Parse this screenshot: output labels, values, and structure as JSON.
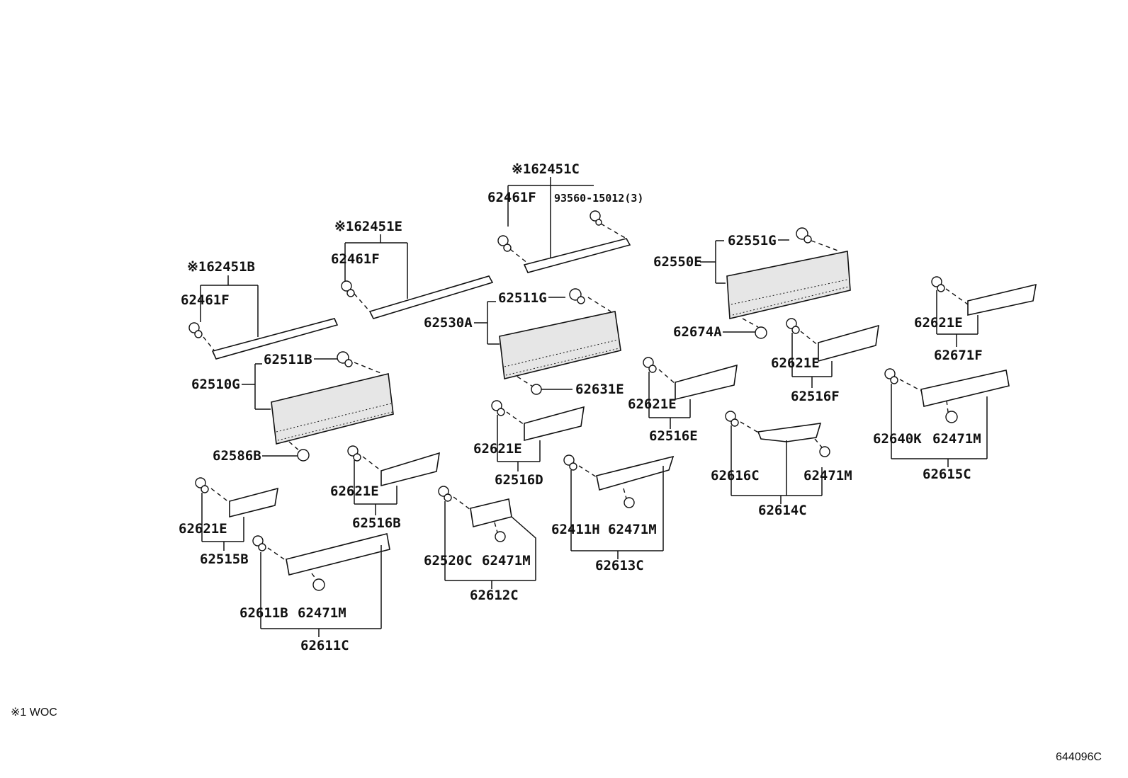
{
  "labels": {
    "l_62451C": "※162451C",
    "l_62461F_a": "62461F",
    "l_93560": "93560-15012(3)",
    "l_62451E": "※162451E",
    "l_62461F_b": "62461F",
    "l_62451B": "※162451B",
    "l_62461F_c": "62461F",
    "l_62551G": "62551G",
    "l_62550E": "62550E",
    "l_62511G": "62511G",
    "l_62530A": "62530A",
    "l_62674A": "62674A",
    "l_62621E_a": "62621E",
    "l_62671F": "62671F",
    "l_62511B": "62511B",
    "l_62510G": "62510G",
    "l_62621E_b": "62621E",
    "l_62516F": "62516F",
    "l_62631E": "62631E",
    "l_62621E_c": "62621E",
    "l_62516E": "62516E",
    "l_62640K": "62640K",
    "l_62471M_a": "62471M",
    "l_62615C": "62615C",
    "l_62586B": "62586B",
    "l_62621E_d": "62621E",
    "l_62516D": "62516D",
    "l_62616C": "62616C",
    "l_62471M_b": "62471M",
    "l_62614C": "62614C",
    "l_62621E_e": "62621E",
    "l_62516B": "62516B",
    "l_62621E_f": "62621E",
    "l_62515B": "62515B",
    "l_62411H": "62411H",
    "l_62471M_c": "62471M",
    "l_62613C": "62613C",
    "l_62520C": "62520C",
    "l_62471M_d": "62471M",
    "l_62612C": "62612C",
    "l_62611B": "62611B",
    "l_62471M_e": "62471M",
    "l_62611C": "62611C"
  },
  "footnote": "※1 WOC",
  "figure_code": "644096C"
}
